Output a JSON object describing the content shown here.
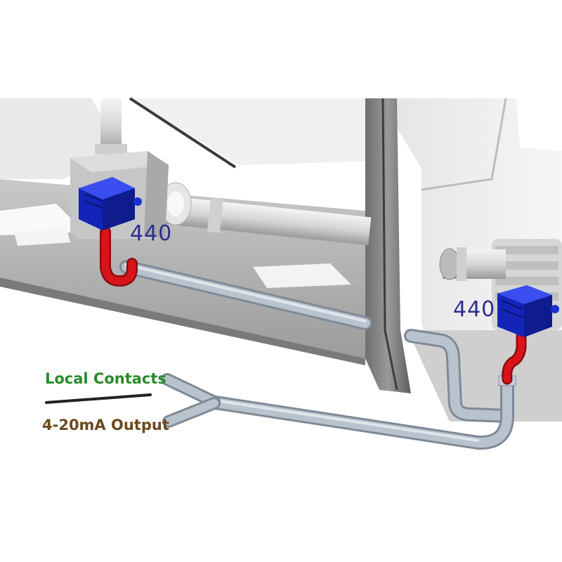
{
  "left_unit": {
    "label": "440"
  },
  "right_unit": {
    "label": "440"
  },
  "legend": {
    "local_contacts": "Local Contacts",
    "analog_output": "4-20mA Output"
  },
  "colors": {
    "transmitter_blue": "#1c2fd0",
    "flex_conduit_red": "#d8141a",
    "conduit_grey": "#aeb8c4",
    "label_blue": "#2b2f8c",
    "local_contacts_green": "#2a8a2a",
    "output_brown": "#6b4a1e"
  }
}
